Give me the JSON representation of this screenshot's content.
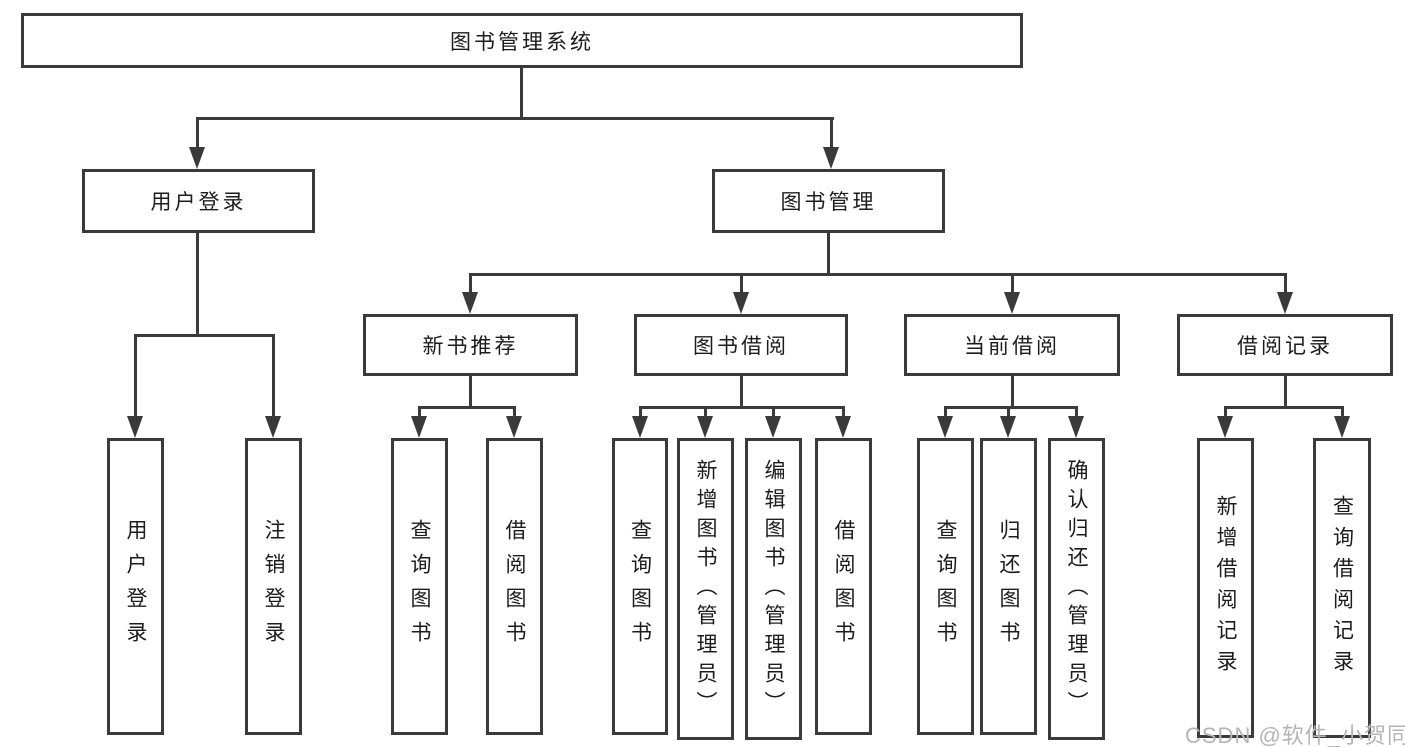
{
  "tree": {
    "root": {
      "label": "图书管理系统"
    },
    "level1": [
      {
        "label": "用户登录"
      },
      {
        "label": "图书管理"
      }
    ],
    "level2": [
      {
        "label": "新书推荐"
      },
      {
        "label": "图书借阅"
      },
      {
        "label": "当前借阅"
      },
      {
        "label": "借阅记录"
      }
    ],
    "leaves": {
      "user_login": [
        {
          "label": "用户登录"
        },
        {
          "label": "注销登录"
        }
      ],
      "new_books": [
        {
          "label": "查询图书"
        },
        {
          "label": "借阅图书"
        }
      ],
      "book_borrow": [
        {
          "label": "查询图书"
        },
        {
          "label": "新增图书（管理员）"
        },
        {
          "label": "编辑图书（管理员）"
        },
        {
          "label": "借阅图书"
        }
      ],
      "current_borrow": [
        {
          "label": "查询图书"
        },
        {
          "label": "归还图书"
        },
        {
          "label": "确认归还（管理员）"
        }
      ],
      "borrow_records": [
        {
          "label": "新增借阅记录"
        },
        {
          "label": "查询借阅记录"
        }
      ]
    }
  },
  "watermark": {
    "text": "CSDN @软件_小贺同学",
    "color": "#b4b4b9"
  },
  "colors": {
    "line": "#3a3a3a",
    "box_fill": "#ffffff",
    "text": "#1c1c1c",
    "background": "#ffffff"
  }
}
